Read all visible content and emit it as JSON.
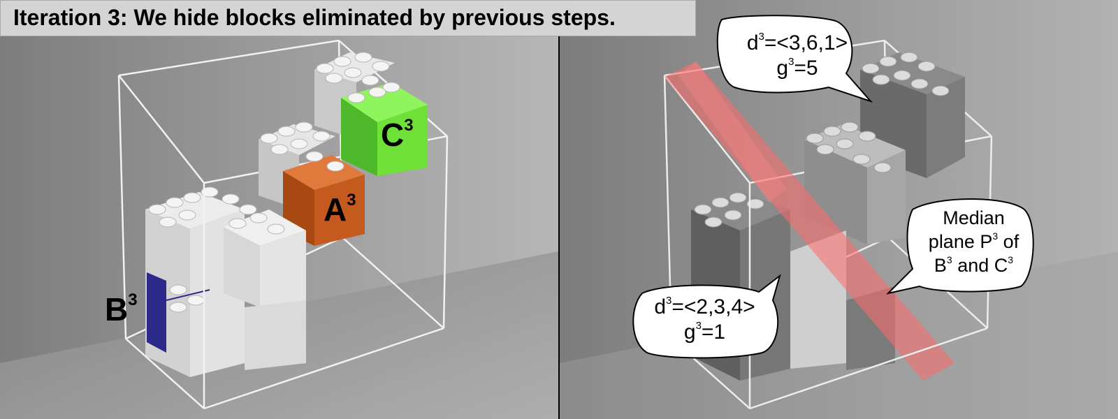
{
  "title": "Iteration 3: We hide blocks eliminated by previous steps.",
  "left_labels": {
    "c": {
      "letter": "C",
      "sup": "3"
    },
    "a": {
      "letter": "A",
      "sup": "3"
    },
    "b": {
      "letter": "B",
      "sup": "3"
    }
  },
  "bubbles": {
    "top": {
      "d_prefix": "d",
      "d_sup": "3",
      "d_value": "=<3,6,1>",
      "g_prefix": "g",
      "g_sup": "3",
      "g_value": "=5"
    },
    "bottom": {
      "d_prefix": "d",
      "d_sup": "3",
      "d_value": "=<2,3,4>",
      "g_prefix": "g",
      "g_sup": "3",
      "g_value": "=1"
    },
    "median": {
      "line1": "Median",
      "line2_a": "plane P",
      "line2_sup": "3",
      "line2_b": " of",
      "line3_a": "B",
      "line3_sup": "3",
      "line3_b": " and C",
      "line3_sup2": "3"
    }
  },
  "colors": {
    "block_a": "#c45a1e",
    "block_c": "#5fd02a",
    "block_b_face": "#2b2a8a",
    "plane": "#ff6a6a",
    "block_grey_light": "#dcdcdc",
    "block_grey_dark": "#6c6c6c"
  }
}
